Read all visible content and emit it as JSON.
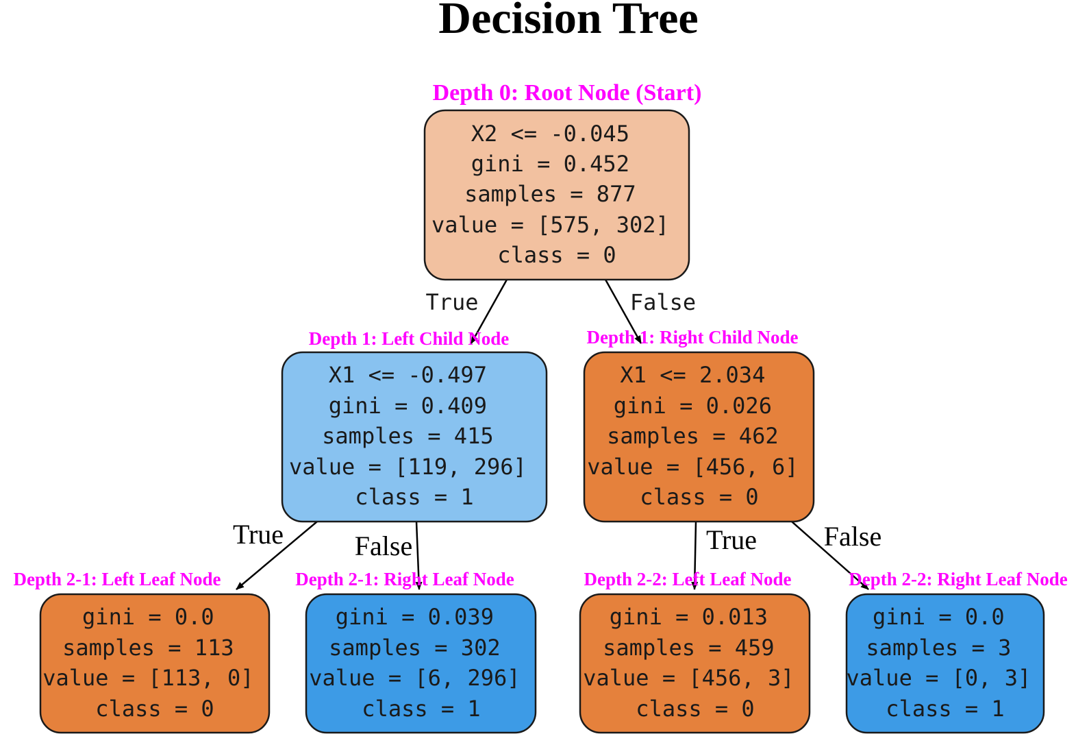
{
  "title": "Decision Tree",
  "colors": {
    "label": "#ff00ff",
    "root_fill": "#f2c1a0",
    "left_child_fill": "#88c2f0",
    "orange_fill": "#e5813c",
    "blue_fill": "#3d9be6"
  },
  "nodes": {
    "root": {
      "depth_label": "Depth 0: Root Node (Start)",
      "lines": [
        "X2 <= -0.045",
        "gini = 0.452",
        "samples = 877",
        "value = [575, 302]",
        "class = 0"
      ]
    },
    "left_child": {
      "depth_label": "Depth 1: Left Child Node",
      "lines": [
        "X1 <= -0.497",
        "gini = 0.409",
        "samples = 415",
        "value = [119, 296]",
        "class = 1"
      ]
    },
    "right_child": {
      "depth_label": "Depth 1: Right Child Node",
      "lines": [
        "X1 <= 2.034",
        "gini = 0.026",
        "samples = 462",
        "value = [456, 6]",
        "class = 0"
      ]
    },
    "leaf_1": {
      "depth_label": "Depth 2-1: Left Leaf Node",
      "lines": [
        "gini = 0.0",
        "samples = 113",
        "value = [113, 0]",
        "class = 0"
      ]
    },
    "leaf_2": {
      "depth_label": "Depth 2-1: Right Leaf Node",
      "lines": [
        "gini = 0.039",
        "samples = 302",
        "value = [6, 296]",
        "class = 1"
      ]
    },
    "leaf_3": {
      "depth_label": "Depth 2-2: Left Leaf Node",
      "lines": [
        "gini = 0.013",
        "samples = 459",
        "value = [456, 3]",
        "class = 0"
      ]
    },
    "leaf_4": {
      "depth_label": "Depth 2-2: Right Leaf Node",
      "lines": [
        "gini = 0.0",
        "samples = 3",
        "value = [0, 3]",
        "class = 1"
      ]
    }
  },
  "edges": {
    "root_left": "True",
    "root_right": "False",
    "left_leaf1": "True",
    "left_leaf2": "False",
    "right_leaf3": "True",
    "right_leaf4": "False"
  }
}
